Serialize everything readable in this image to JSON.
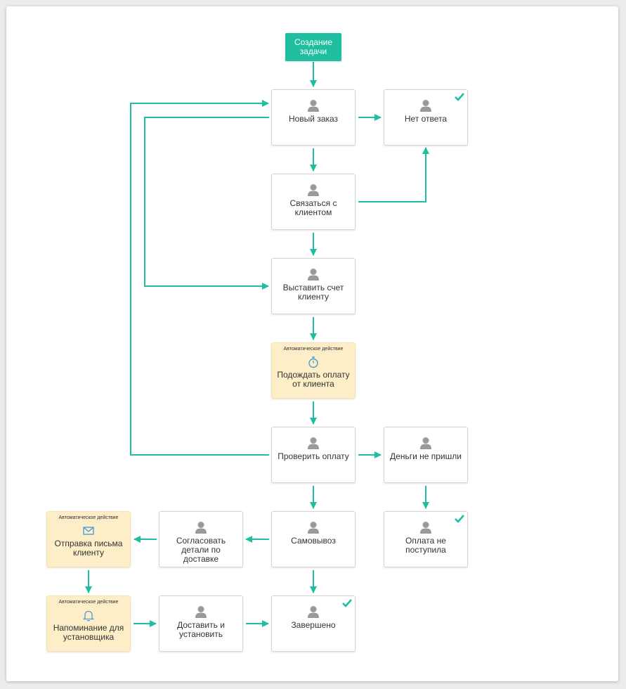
{
  "colors": {
    "accent": "#1fbea0",
    "automatic_bg": "#fdeec7",
    "icon_blue": "#4a9fd8",
    "person": "#9a9a9a"
  },
  "start": {
    "label": "Создание задачи"
  },
  "auto_caption": "Автоматическое действие",
  "nodes": {
    "new_order": {
      "label": "Новый заказ",
      "icon": "person-icon"
    },
    "no_answer": {
      "label": "Нет ответа",
      "icon": "person-icon",
      "done": true
    },
    "contact_client": {
      "label": "Связаться с клиентом",
      "icon": "person-icon"
    },
    "invoice": {
      "label": "Выставить счет клиенту",
      "icon": "person-icon"
    },
    "wait_payment": {
      "label": "Подождать оплату от клиента",
      "icon": "timer-icon",
      "automatic": true
    },
    "check_payment": {
      "label": "Проверить оплату",
      "icon": "person-icon"
    },
    "money_not_received": {
      "label": "Деньги не пришли",
      "icon": "person-icon"
    },
    "payment_not_received": {
      "label": "Оплата не поступила",
      "icon": "person-icon",
      "done": true
    },
    "pickup": {
      "label": "Самовывоз",
      "icon": "person-icon"
    },
    "agree_delivery": {
      "label": "Согласовать детали по доставке",
      "icon": "person-icon"
    },
    "send_email": {
      "label": "Отправка письма клиенту",
      "icon": "envelope-icon",
      "automatic": true
    },
    "reminder": {
      "label": "Напоминание для установщика",
      "icon": "bell-icon",
      "automatic": true
    },
    "deliver_install": {
      "label": "Доставить и установить",
      "icon": "person-icon"
    },
    "completed": {
      "label": "Завершено",
      "icon": "person-icon",
      "done": true
    }
  }
}
